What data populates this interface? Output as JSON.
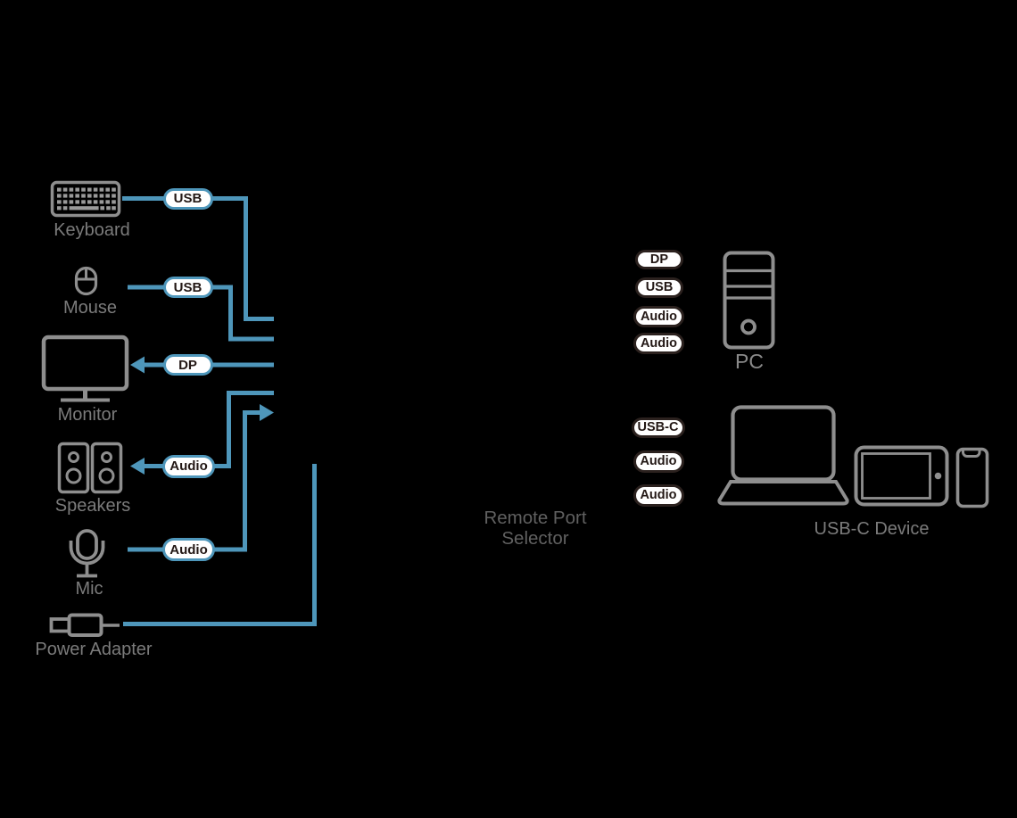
{
  "colors": {
    "background": "#000000",
    "cable_blue": "#4E96BA",
    "icon_gray": "#8E8E8E",
    "label_gray": "#7B7B7B",
    "selector_text_gray": "#606060",
    "pill_fill": "#FFFFFF",
    "pill_dark_border": "#2B211E",
    "pill_text": "#231815"
  },
  "peripherals": [
    {
      "name": "keyboard",
      "label": "Keyboard",
      "cable": "USB"
    },
    {
      "name": "mouse",
      "label": "Mouse",
      "cable": "USB"
    },
    {
      "name": "monitor",
      "label": "Monitor",
      "cable": "DP"
    },
    {
      "name": "speakers",
      "label": "Speakers",
      "cable": "Audio"
    },
    {
      "name": "mic",
      "label": "Mic",
      "cable": "Audio"
    },
    {
      "name": "power_adapter",
      "label": "Power Adapter",
      "cable": ""
    }
  ],
  "remote_port_selector": {
    "line1": "Remote Port",
    "line2": "Selector"
  },
  "pc": {
    "label": "PC",
    "ports": [
      "DP",
      "USB",
      "Audio",
      "Audio"
    ]
  },
  "usb_c_device": {
    "label": "USB-C Device",
    "ports": [
      "USB-C",
      "Audio",
      "Audio"
    ]
  }
}
